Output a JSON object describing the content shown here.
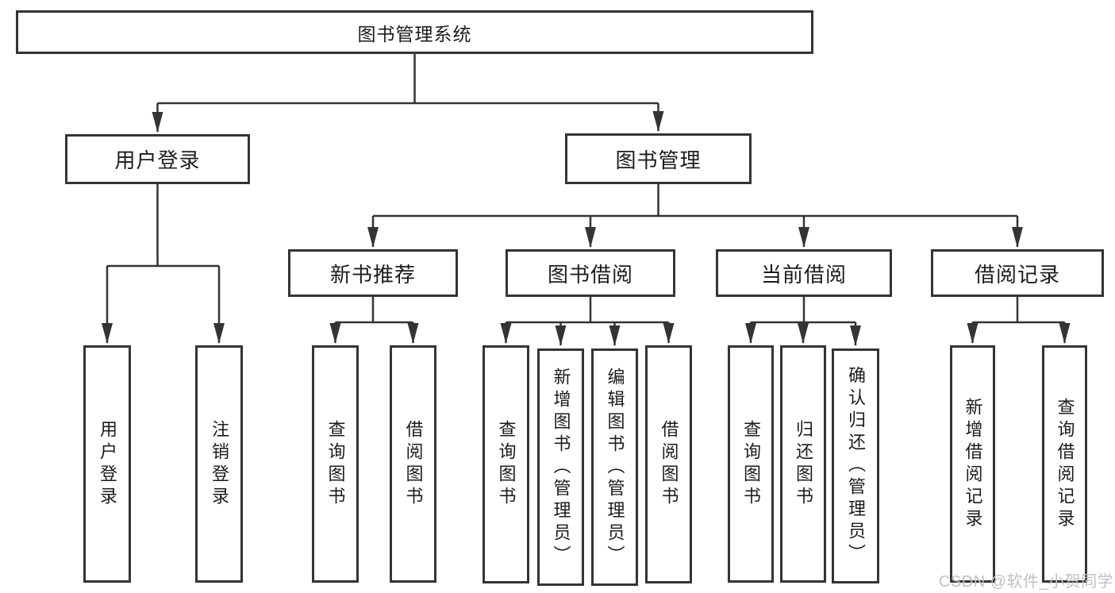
{
  "diagram_title": "图书管理系统",
  "tree": {
    "root": {
      "label": "图书管理系统"
    },
    "branches": [
      {
        "label": "用户登录",
        "children": [
          {
            "label": "用户登录"
          },
          {
            "label": "注销登录"
          }
        ]
      },
      {
        "label": "图书管理",
        "children": [
          {
            "label": "新书推荐",
            "children": [
              {
                "label": "查询图书"
              },
              {
                "label": "借阅图书"
              }
            ]
          },
          {
            "label": "图书借阅",
            "children": [
              {
                "label": "查询图书"
              },
              {
                "label": "新增图书（管理员）"
              },
              {
                "label": "编辑图书（管理员）"
              },
              {
                "label": "借阅图书"
              }
            ]
          },
          {
            "label": "当前借阅",
            "children": [
              {
                "label": "查询图书"
              },
              {
                "label": "归还图书"
              },
              {
                "label": "确认归还（管理员）"
              }
            ]
          },
          {
            "label": "借阅记录",
            "children": [
              {
                "label": "新增借阅记录"
              },
              {
                "label": "查询借阅记录"
              }
            ]
          }
        ]
      }
    ]
  },
  "watermark": {
    "text": "CSDN @软件_小贺同学",
    "color": "#c0c0c5"
  },
  "colors": {
    "line": "#343434",
    "box_border": "#343434",
    "text": "#1c1c1c",
    "background": "#ffffff"
  }
}
